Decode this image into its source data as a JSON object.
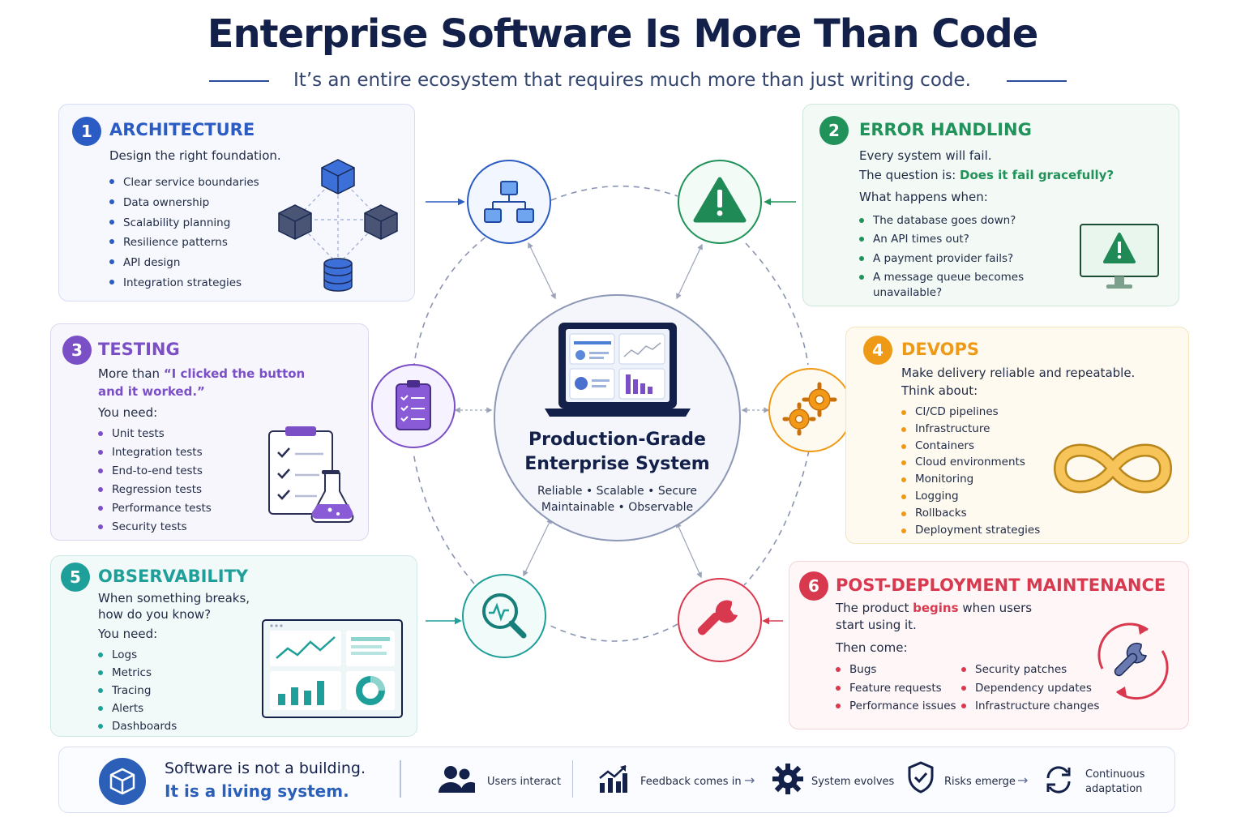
{
  "header": {
    "title": "Enterprise Software Is More Than Code",
    "subtitle": "It’s an entire ecosystem that requires much more than just writing code."
  },
  "center": {
    "title_line1": "Production-Grade",
    "title_line2": "Enterprise System",
    "sub_line1": "Reliable • Scalable • Secure",
    "sub_line2": "Maintainable • Observable"
  },
  "architecture": {
    "num": "1",
    "heading": "ARCHITECTURE",
    "intro": "Design the right foundation.",
    "items": [
      "Clear service boundaries",
      "Data ownership",
      "Scalability planning",
      "Resilience patterns",
      "API design",
      "Integration strategies"
    ]
  },
  "error_handling": {
    "num": "2",
    "heading": "ERROR HANDLING",
    "line1": "Every system will fail.",
    "line2_prefix": "The question is: ",
    "line2_highlight": "Does it fail gracefully?",
    "line3": "What happens when:",
    "items": [
      "The database goes down?",
      "An API times out?",
      "A payment provider fails?",
      "A message queue becomes unavailable?"
    ]
  },
  "testing": {
    "num": "3",
    "heading": "TESTING",
    "line1_prefix": "More than ",
    "line1_highlight_a": "“I clicked the button",
    "line1_highlight_b": "and it worked.”",
    "line2": "You need:",
    "items": [
      "Unit tests",
      "Integration tests",
      "End-to-end tests",
      "Regression tests",
      "Performance tests",
      "Security tests"
    ]
  },
  "devops": {
    "num": "4",
    "heading": "DEVOPS",
    "line1": "Make delivery reliable and repeatable.",
    "line2": "Think about:",
    "items": [
      "CI/CD pipelines",
      "Infrastructure",
      "Containers",
      "Cloud environments",
      "Monitoring",
      "Logging",
      "Rollbacks",
      "Deployment strategies"
    ]
  },
  "observability": {
    "num": "5",
    "heading": "OBSERVABILITY",
    "line1": "When something breaks,",
    "line2": "how do you know?",
    "line3": "You need:",
    "items": [
      "Logs",
      "Metrics",
      "Tracing",
      "Alerts",
      "Dashboards"
    ]
  },
  "maintenance": {
    "num": "6",
    "heading": "POST-DEPLOYMENT MAINTENANCE",
    "line1_prefix": "The product ",
    "line1_highlight": "begins",
    "line1_suffix": " when users",
    "line2": "start using it.",
    "line3": "Then come:",
    "items_left": [
      "Bugs",
      "Feature requests",
      "Performance issues"
    ],
    "items_right": [
      "Security patches",
      "Dependency updates",
      "Infrastructure changes"
    ]
  },
  "footer": {
    "line1": "Software is not a building.",
    "line2": "It is a living system.",
    "steps": [
      "Users interact",
      "Feedback comes in",
      "System evolves",
      "Risks emerge"
    ],
    "last_step_line1": "Continuous",
    "last_step_line2": "adaptation"
  },
  "colors": {
    "navy": "#13204a",
    "architecture": "#2a5cc4",
    "error_handling": "#20925a",
    "testing": "#7b4fc6",
    "devops": "#ef9a16",
    "observability": "#1f9f99",
    "maintenance": "#d8394f"
  },
  "icons": {
    "architecture": "hierarchy-icon",
    "error_handling": "warning-icon",
    "testing": "clipboard-check-icon",
    "devops": "gears-icon",
    "observability": "magnifier-pulse-icon",
    "maintenance": "wrench-icon"
  }
}
